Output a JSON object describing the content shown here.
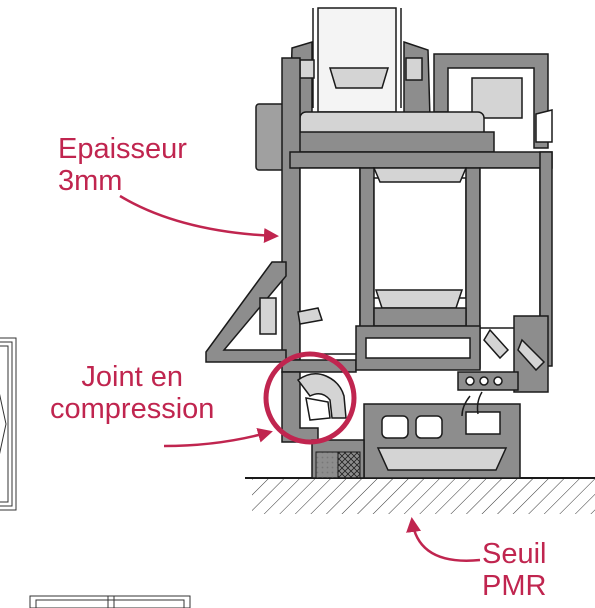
{
  "colors": {
    "accent": "#c0254f",
    "profile_outline": "#1a1a1a",
    "profile_fill": "#8d8d8d",
    "profile_light": "#d4d4d4",
    "glass": "#f4f4f4",
    "hatch": "#333333"
  },
  "callouts": {
    "thickness": {
      "line1": "Epaisseur",
      "line2": "3mm"
    },
    "seal": {
      "line1": "Joint en",
      "line2": "compression"
    },
    "threshold": {
      "line1": "Seuil",
      "line2": "PMR"
    }
  },
  "icons": [
    "curved-arrow-icon"
  ]
}
